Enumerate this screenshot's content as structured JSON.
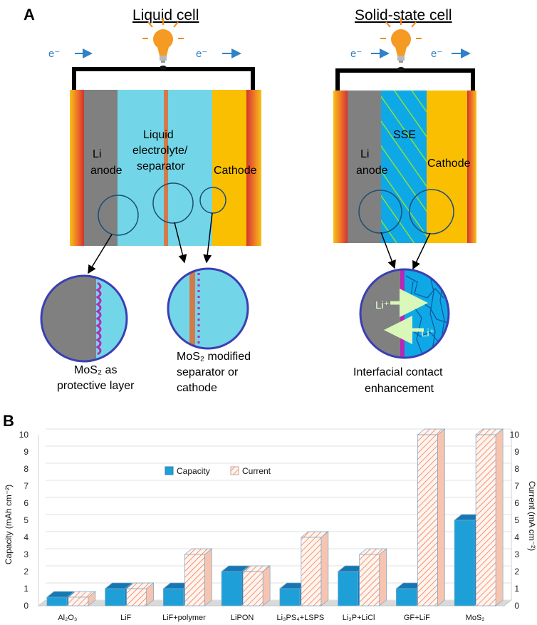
{
  "panel_a": {
    "letter": "A",
    "liquid_cell": {
      "title": "Liquid cell",
      "electron_left": "e⁻",
      "electron_right": "e⁻",
      "li_anode_line1": "Li",
      "li_anode_line2": "anode",
      "electrolyte_line1": "Liquid",
      "electrolyte_line2": "electrolyte/",
      "electrolyte_line3": "separator",
      "cathode": "Cathode",
      "caption1_line1": "MoS₂ as",
      "caption1_line2": "protective layer",
      "caption2_line1": "MoS₂ modified",
      "caption2_line2": "separator or",
      "caption2_line3": "cathode"
    },
    "solid_cell": {
      "title": "Solid-state cell",
      "electron_left": "e⁻",
      "electron_right": "e⁻",
      "li_anode_line1": "Li",
      "li_anode_line2": "anode",
      "sse": "SSE",
      "cathode": "Cathode",
      "li_ion_left": "Li⁺",
      "li_ion_right": "Li⁺",
      "caption_line1": "Interfacial contact",
      "caption_line2": "enhancement"
    },
    "colors": {
      "anode": "#808080",
      "electrolyte": "#72d6e8",
      "cathode": "#f9bf00",
      "separator": "#d27b4a",
      "sse": "#0fa8e6",
      "sse_stripes": "#8ee62b",
      "circle_outline": "#1d4e78",
      "mos2": "#b728b4",
      "electron_blue": "#2f82c8"
    }
  },
  "chart_data": {
    "panel": "B",
    "type": "bar",
    "categories": [
      "Al₂O₃",
      "LiF",
      "LiF+polymer",
      "LiPON",
      "Li₃PS₄+LSPS",
      "Li₃P+LiCl",
      "GF+LiF",
      "MoS₂"
    ],
    "series": [
      {
        "name": "Capacity",
        "axis": "left",
        "values": [
          0.5,
          1,
          1,
          2,
          1,
          2,
          1,
          5
        ],
        "color": "#1f9fd8"
      },
      {
        "name": "Current",
        "axis": "right",
        "values": [
          0.5,
          1,
          3,
          2,
          4,
          3,
          10,
          10
        ],
        "color": "#f5b49c"
      }
    ],
    "ylabel": "Capacity (mAh cm⁻²)",
    "y2label": "Current (mA cm⁻²)",
    "ylim": [
      0,
      10
    ],
    "y2lim": [
      0,
      10
    ],
    "yticks": [
      "0",
      "1",
      "2",
      "3",
      "4",
      "5",
      "6",
      "7",
      "8",
      "9",
      "10"
    ],
    "y2ticks": [
      "0",
      "1",
      "2",
      "3",
      "4",
      "5",
      "6",
      "7",
      "8",
      "9",
      "10"
    ],
    "grid": true,
    "legend": "center",
    "style": "3d-column"
  }
}
